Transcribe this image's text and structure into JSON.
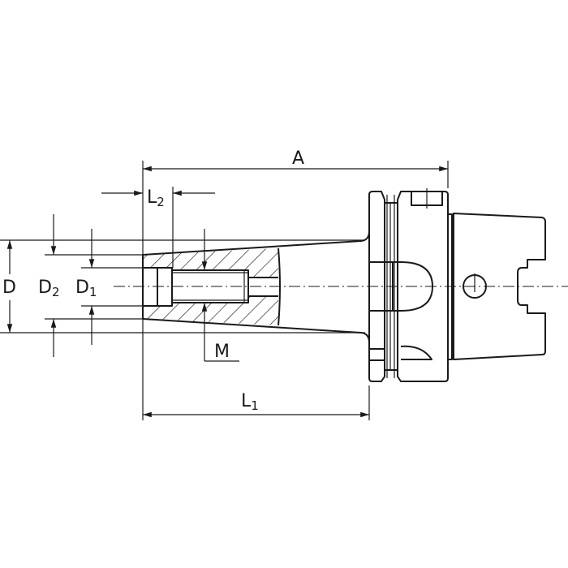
{
  "drawing": {
    "title": "Tool holder dimension drawing",
    "labels": {
      "A": "A",
      "L1": {
        "main": "L",
        "sub": "1"
      },
      "L2": {
        "main": "L",
        "sub": "2"
      },
      "D": "D",
      "D1": {
        "main": "D",
        "sub": "1"
      },
      "D2": {
        "main": "D",
        "sub": "2"
      },
      "M": "M"
    },
    "line_color": "#1a1a1a"
  }
}
